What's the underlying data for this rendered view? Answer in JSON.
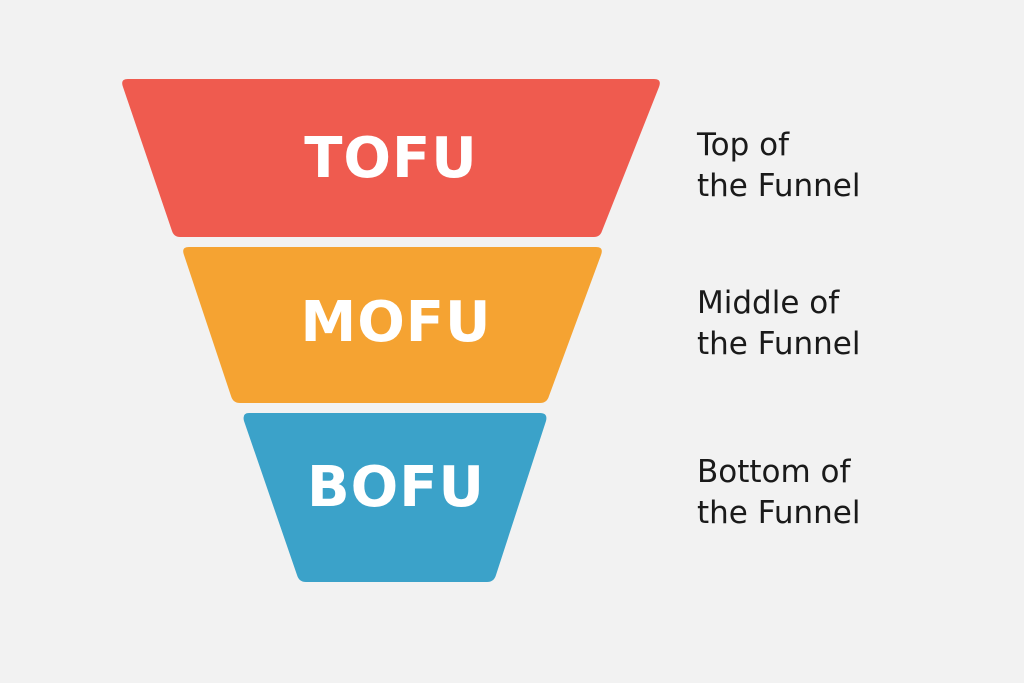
{
  "diagram": {
    "stages": [
      {
        "abbr": "TOFU",
        "color": "#ef5b4f",
        "description_lines": [
          "Top of",
          "the Funnel"
        ]
      },
      {
        "abbr": "MOFU",
        "color": "#f5a332",
        "description_lines": [
          "Middle of",
          "the Funnel"
        ]
      },
      {
        "abbr": "BOFU",
        "color": "#3ba2c9",
        "description_lines": [
          "Bottom of",
          "the Funnel"
        ]
      }
    ]
  }
}
